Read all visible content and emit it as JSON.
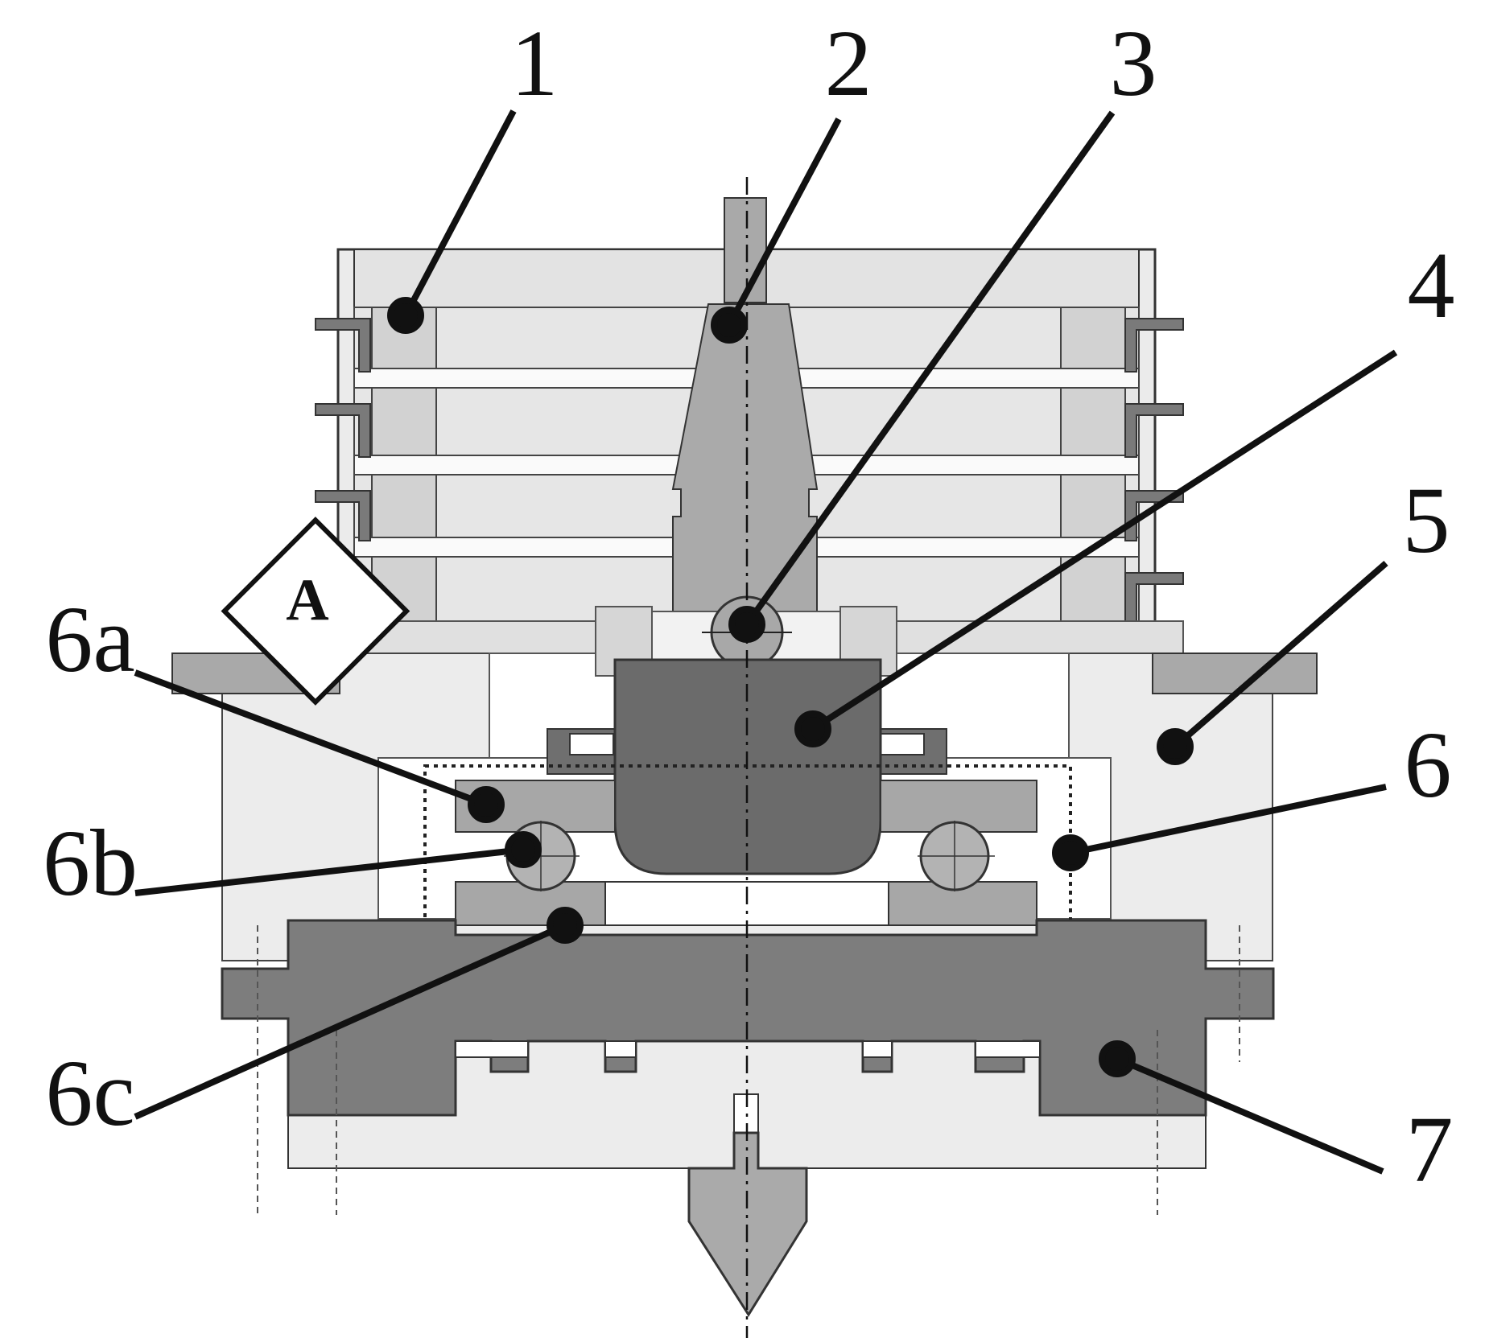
{
  "colors": {
    "light": "#e9e9e9",
    "mid": "#a8a8a8",
    "dark": "#6e6e6e",
    "darker": "#7c7c7c",
    "outline": "#3a3a3a",
    "pale": "#d4d4d4",
    "white": "#ffffff"
  },
  "marker": {
    "label": "A"
  },
  "callouts": [
    {
      "id": "1",
      "label": "1"
    },
    {
      "id": "2",
      "label": "2"
    },
    {
      "id": "3",
      "label": "3"
    },
    {
      "id": "4",
      "label": "4"
    },
    {
      "id": "5",
      "label": "5"
    },
    {
      "id": "6",
      "label": "6"
    },
    {
      "id": "6a",
      "label": "6a"
    },
    {
      "id": "6b",
      "label": "6b"
    },
    {
      "id": "6c",
      "label": "6c"
    },
    {
      "id": "7",
      "label": "7"
    }
  ]
}
